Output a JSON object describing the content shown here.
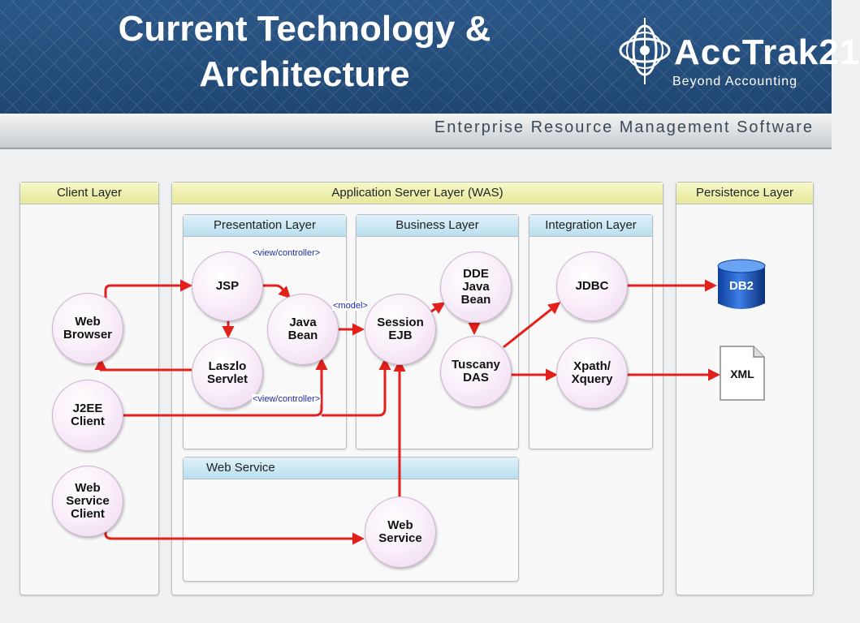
{
  "header": {
    "title_line1": "Current Technology &",
    "title_line2": "Architecture",
    "logo_word": "AccTrak21",
    "logo_tagline": "Beyond Accounting",
    "subtitle": "Enterprise Resource Management Software"
  },
  "layers": {
    "client": "Client Layer",
    "app_server": "Application Server Layer (WAS)",
    "persistence": "Persistence Layer",
    "presentation": "Presentation Layer",
    "business": "Business Layer",
    "integration": "Integration Layer",
    "web_service": "Web Service"
  },
  "nodes": {
    "web_browser": "Web\nBrowser",
    "j2ee_client": "J2EE\nClient",
    "ws_client": "Web\nService\nClient",
    "jsp": "JSP",
    "java_bean": "Java\nBean",
    "laszlo": "Laszlo\nServlet",
    "session_ejb": "Session\nEJB",
    "dde": "DDE\nJava\nBean",
    "tuscany": "Tuscany\nDAS",
    "jdbc": "JDBC",
    "xpath": "Xpath/\nXquery",
    "web_service": "Web\nService"
  },
  "tags": {
    "view_controller_top": "<view/controller>",
    "model": "<model>",
    "view_controller_bottom": "<view/controller>"
  },
  "stores": {
    "db2": "DB2",
    "xml": "XML"
  },
  "colors": {
    "arrow": "#e2201c",
    "header_bg": "#24507f"
  }
}
